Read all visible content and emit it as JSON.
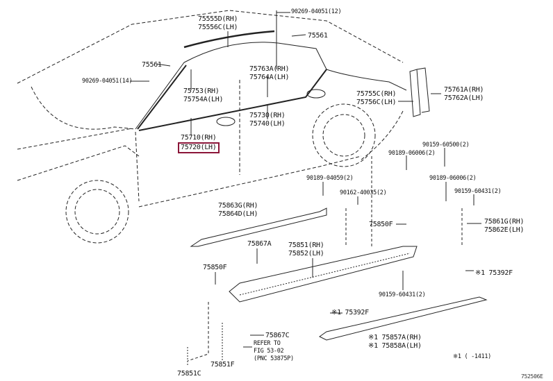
{
  "diagram_code": "752506E",
  "highlight_color": "#8b1538",
  "labels": {
    "a": [
      "90269-04051(12)"
    ],
    "b": [
      "75555D(RH)",
      "75556C(LH)"
    ],
    "c": [
      "75561"
    ],
    "d": [
      "75561"
    ],
    "e": [
      "90269-04051(14)"
    ],
    "f": [
      "75763A(RH)",
      "75764A(LH)"
    ],
    "g": [
      "75753(RH)",
      "75754A(LH)"
    ],
    "h": [
      "75730(RH)",
      "75740(LH)"
    ],
    "i": [
      "75710(RH)",
      "75720(LH)"
    ],
    "j": [
      "75755C(RH)",
      "75756C(LH)"
    ],
    "k": [
      "75761A(RH)",
      "75762A(LH)"
    ],
    "l": [
      "90159-60500(2)"
    ],
    "m": [
      "90189-06006(2)"
    ],
    "n": [
      "90189-04059(2)"
    ],
    "o": [
      "90162-40035(2)"
    ],
    "p": [
      "90189-06006(2)"
    ],
    "q": [
      "90159-60431(2)"
    ],
    "r": [
      "75863G(RH)",
      "75864D(LH)"
    ],
    "s": [
      "75850F"
    ],
    "t": [
      "75861G(RH)",
      "75862E(LH)"
    ],
    "u": [
      "75867A"
    ],
    "v": [
      "75851(RH)",
      "75852(LH)"
    ],
    "w": [
      "75850F"
    ],
    "x": [
      "90159-60431(2)"
    ],
    "y": [
      "※1 75392F"
    ],
    "z": [
      "※1 75392F"
    ],
    "aa": [
      "※1 75857A(RH)",
      "※1 75858A(LH)"
    ],
    "ab": [
      "75867C"
    ],
    "ac": [
      "REFER TO",
      "FIG 53-02",
      "(PNC 53875P)"
    ],
    "ad": [
      "75851F"
    ],
    "ae": [
      "75851C"
    ],
    "af": [
      "※1 (    -1411)"
    ]
  }
}
